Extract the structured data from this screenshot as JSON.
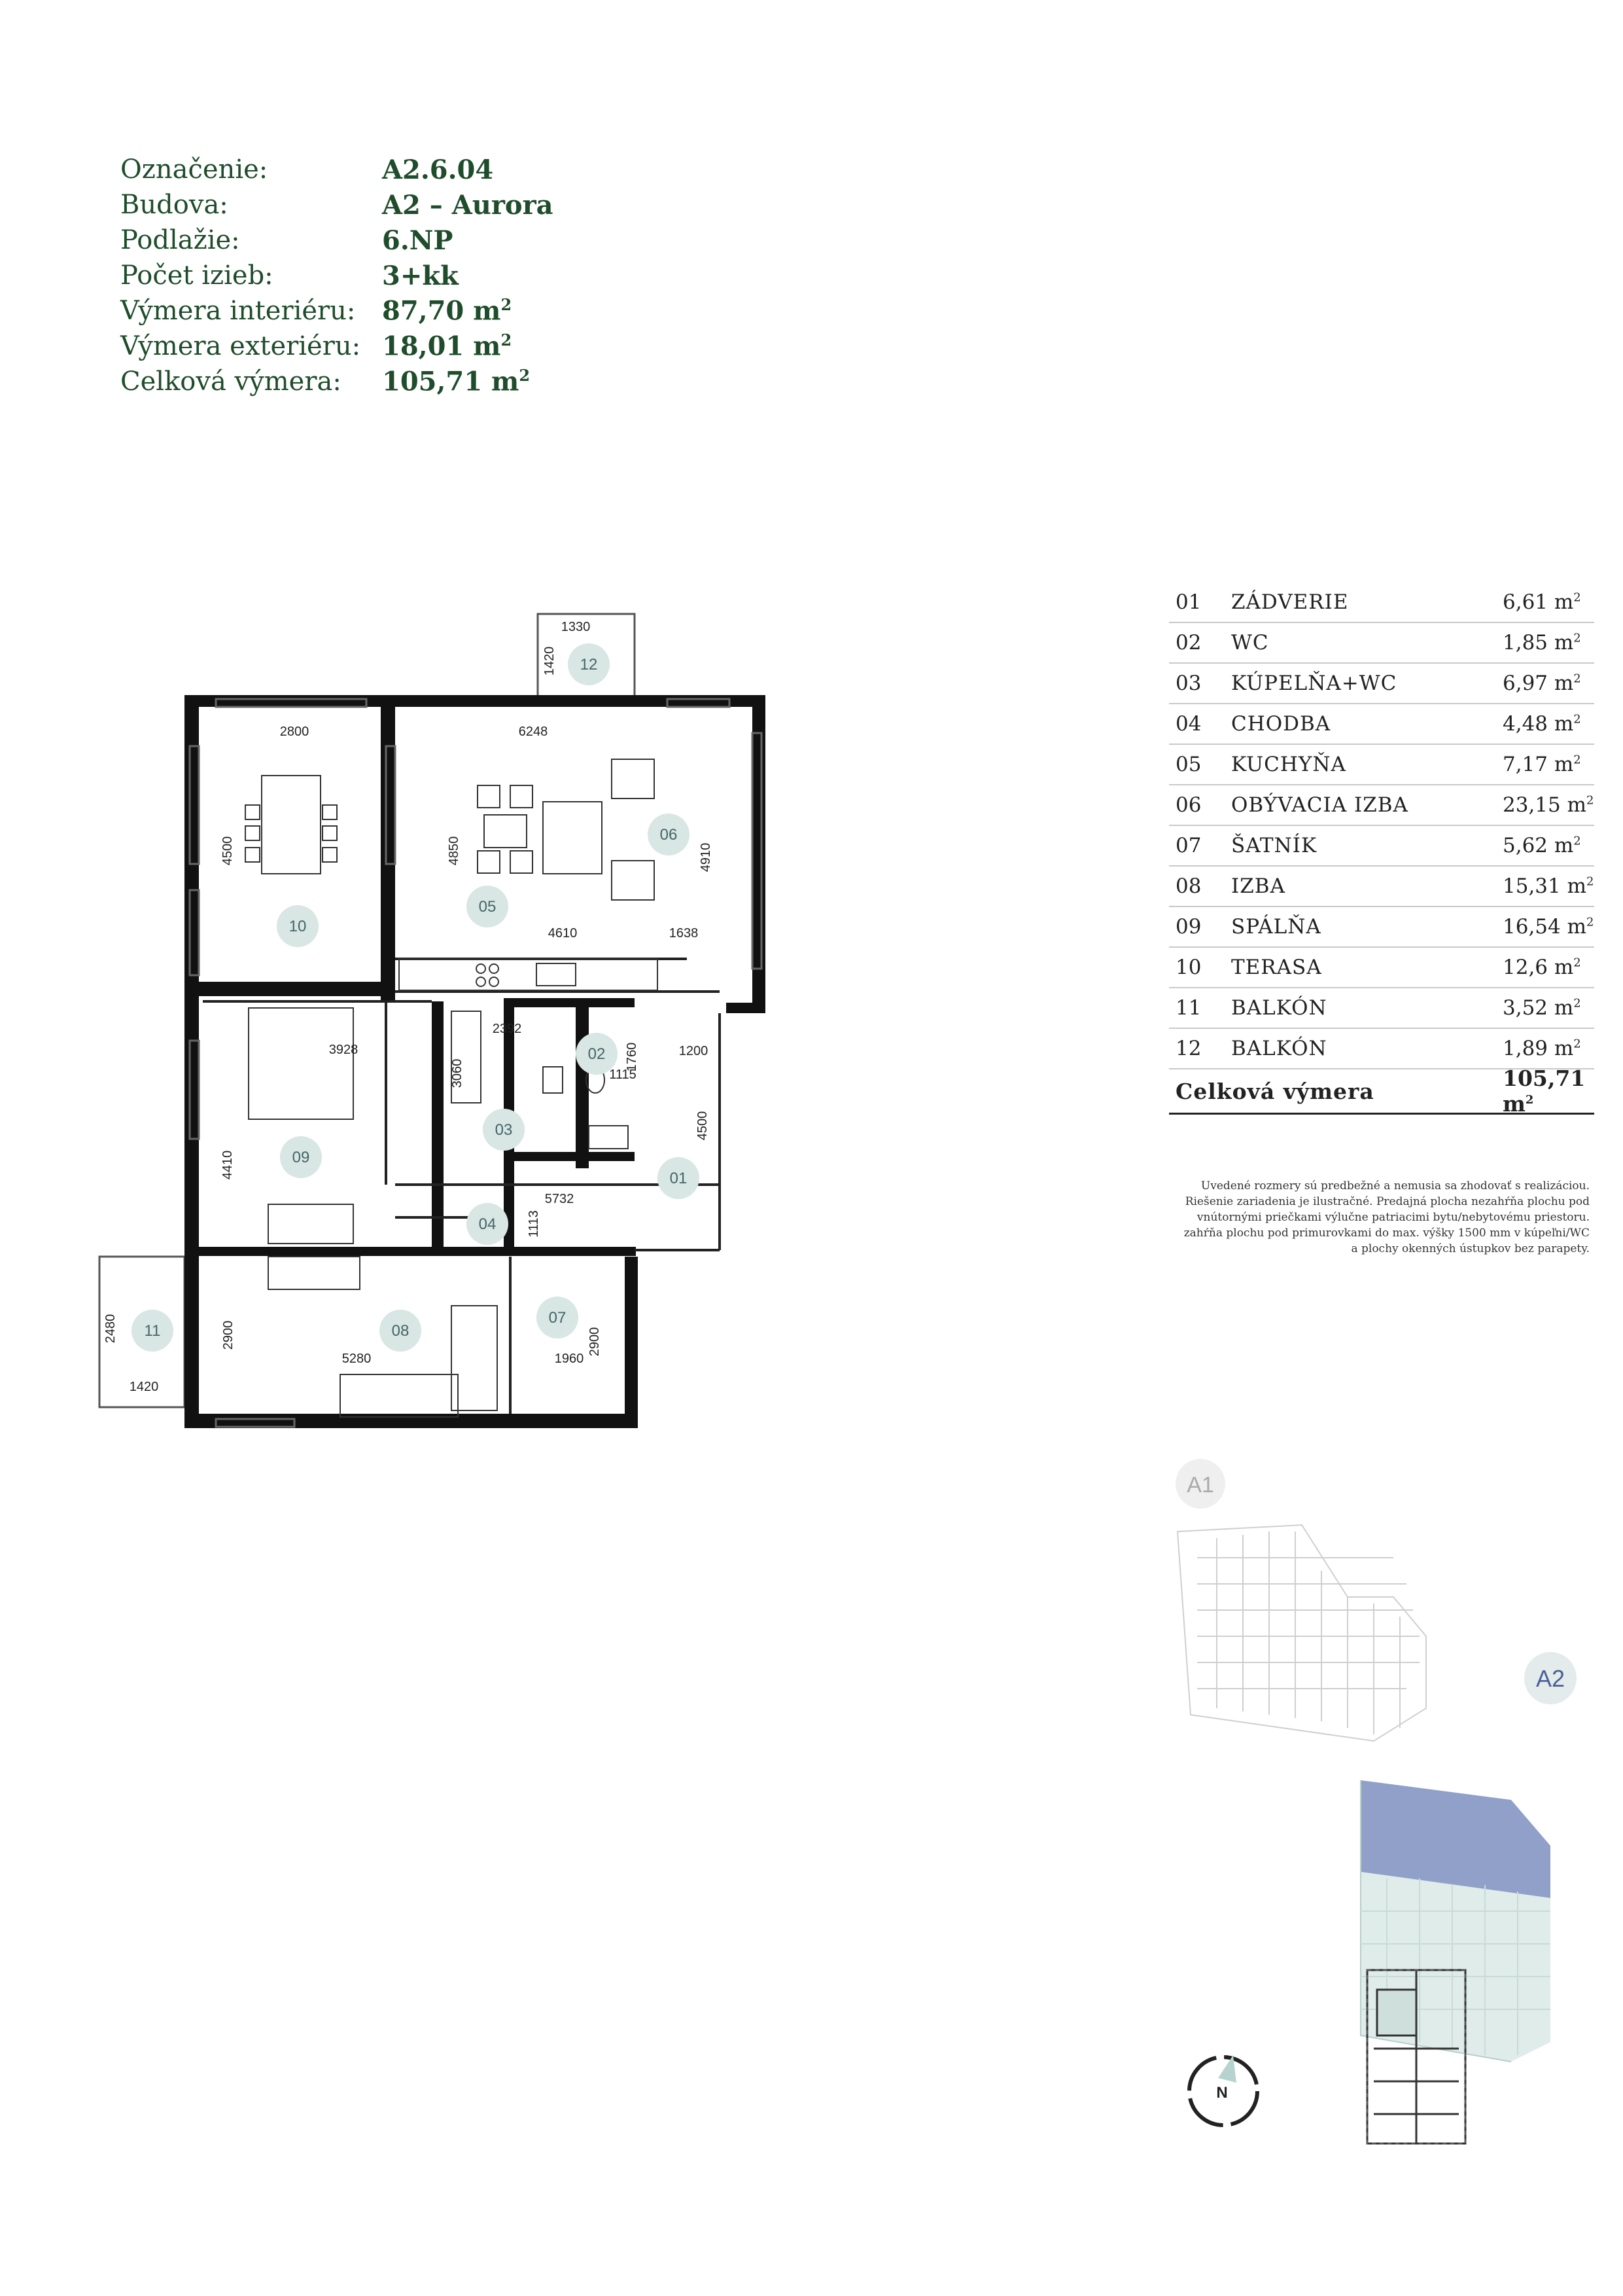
{
  "info": [
    {
      "label": "Označenie:",
      "value": "A2.6.04",
      "unit": ""
    },
    {
      "label": "Budova:",
      "value": "A2 – Aurora",
      "unit": ""
    },
    {
      "label": "Podlažie:",
      "value": "6.NP",
      "unit": ""
    },
    {
      "label": "Počet izieb:",
      "value": "3+kk",
      "unit": ""
    },
    {
      "label": "Výmera interiéru:",
      "value": "87,70 m",
      "unit": "2"
    },
    {
      "label": "Výmera exteriéru:",
      "value": "18,01 m",
      "unit": "2"
    },
    {
      "label": "Celková výmera:",
      "value": "105,71 m",
      "unit": "2"
    }
  ],
  "rooms": [
    {
      "no": "01",
      "name": "ZÁDVERIE",
      "area": "6,61 m"
    },
    {
      "no": "02",
      "name": "WC",
      "area": "1,85 m"
    },
    {
      "no": "03",
      "name": "KÚPELŇA+WC",
      "area": "6,97 m"
    },
    {
      "no": "04",
      "name": "CHODBA",
      "area": "4,48 m"
    },
    {
      "no": "05",
      "name": "KUCHYŇA",
      "area": "7,17 m"
    },
    {
      "no": "06",
      "name": "OBÝVACIA IZBA",
      "area": "23,15 m"
    },
    {
      "no": "07",
      "name": "ŠATNÍK",
      "area": "5,62 m"
    },
    {
      "no": "08",
      "name": "IZBA",
      "area": "15,31 m"
    },
    {
      "no": "09",
      "name": "SPÁLŇA",
      "area": "16,54 m"
    },
    {
      "no": "10",
      "name": "TERASA",
      "area": "12,6 m"
    },
    {
      "no": "11",
      "name": "BALKÓN",
      "area": "3,52 m"
    },
    {
      "no": "12",
      "name": "BALKÓN",
      "area": "1,89 m"
    }
  ],
  "total": {
    "label": "Celková výmera",
    "value": "105,71 m",
    "unit": "2"
  },
  "note": {
    "l1": "Uvedené rozmery sú predbežné a nemusia sa zhodovať s realizáciou.",
    "l2": "Riešenie zariadenia je ilustračné. Predajná plocha nezahŕňa plochu pod",
    "l3": "vnútornými priečkami výlučne patriacimi bytu/nebytovému priestoru.",
    "l4": "zahŕňa plochu pod primurovkami do max. výšky 1500 mm v kúpeľni/WC",
    "l5": "a plochy okenných ústupkov bez parapety."
  },
  "plan": {
    "dims": [
      "1330",
      "1420",
      "2800",
      "6248",
      "4500",
      "4850",
      "4910",
      "4610",
      "1638",
      "3928",
      "2392",
      "3060",
      "1760",
      "1200",
      "1115",
      "4410",
      "4500",
      "5732",
      "1113",
      "2480",
      "2900",
      "5280",
      "1960",
      "2900",
      "1420"
    ],
    "room_tags": [
      "12",
      "10",
      "05",
      "06",
      "09",
      "02",
      "03",
      "01",
      "04",
      "11",
      "08",
      "07"
    ]
  },
  "buildings": {
    "a1": "A1",
    "a2": "A2"
  },
  "compass": "N",
  "colors": {
    "text_green": "#1f4d2b",
    "tag_bg": "#d8e6e4",
    "a2_highlight": "#6b7fb5"
  }
}
